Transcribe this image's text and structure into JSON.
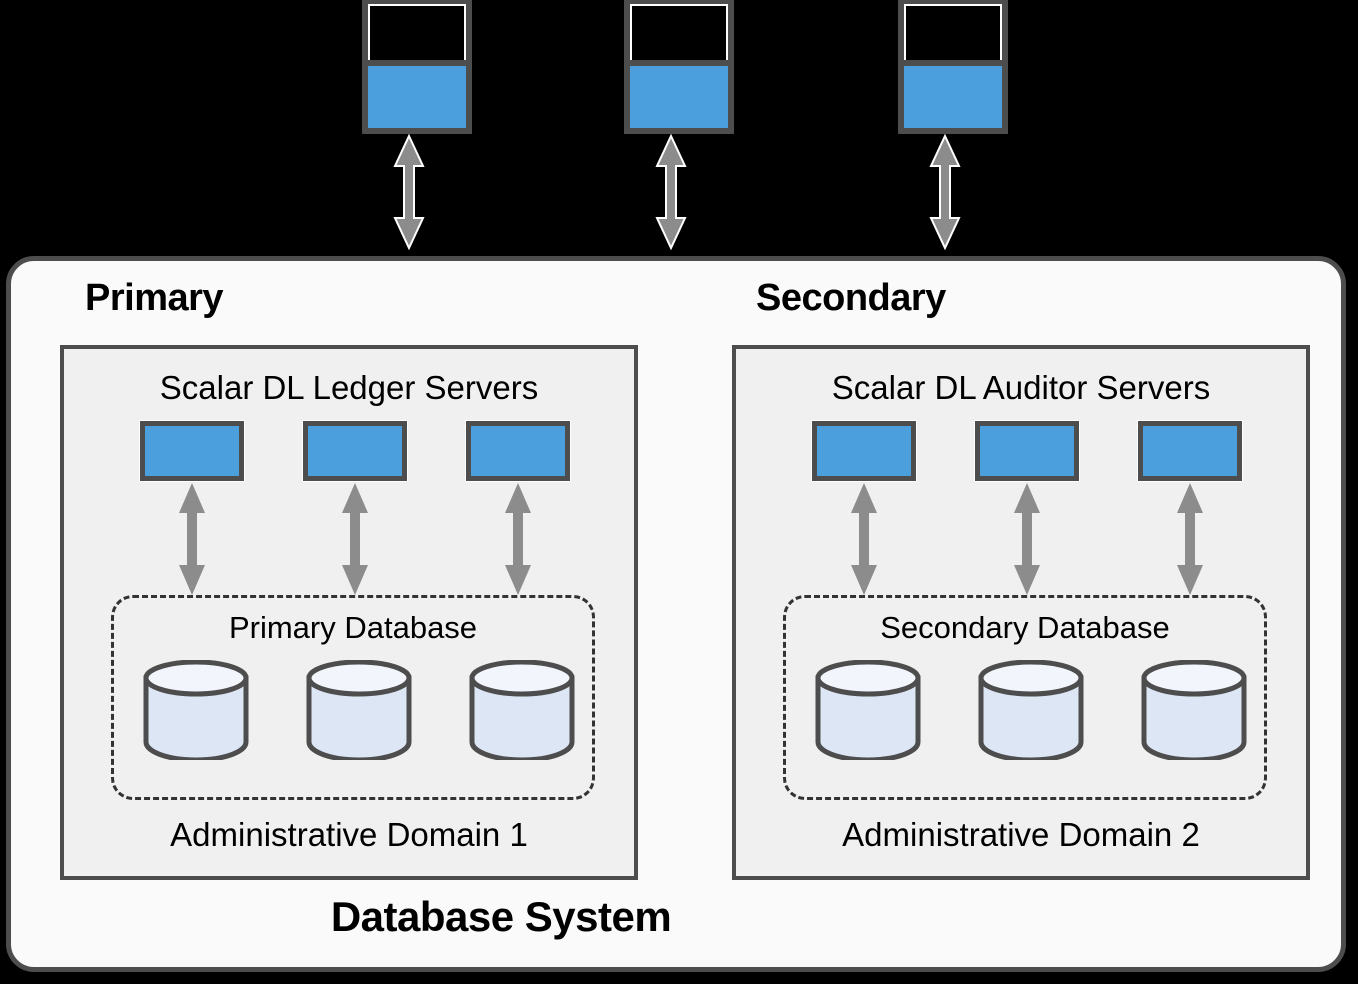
{
  "diagram": {
    "system_title": "Database System",
    "clients": [
      {
        "name": "client-terminal-1"
      },
      {
        "name": "client-terminal-2"
      },
      {
        "name": "client-terminal-3"
      }
    ],
    "sides": [
      {
        "heading": "Primary",
        "servers_label": "Scalar DL Ledger Servers",
        "database_label": "Primary Database",
        "domain_label": "Administrative Domain 1",
        "server_count": 3,
        "database_node_count": 3
      },
      {
        "heading": "Secondary",
        "servers_label": "Scalar DL Auditor Servers",
        "database_label": "Secondary Database",
        "domain_label": "Administrative Domain 2",
        "server_count": 3,
        "database_node_count": 3
      }
    ],
    "connectors": {
      "client_to_system": "bidirectional-arrow",
      "server_to_database": "bidirectional-arrow",
      "count_client_to_system": 3,
      "count_server_to_database_per_side": 3
    },
    "colors": {
      "accent_blue": "#4a9fdc",
      "stroke_dark": "#4d4d4d",
      "arrow_gray": "#808080",
      "cylinder_fill": "#dde6f5",
      "container_fill": "#fafafa",
      "panel_fill": "#f0f0f0",
      "dashed_border": "#333333",
      "text": "#000000"
    }
  }
}
